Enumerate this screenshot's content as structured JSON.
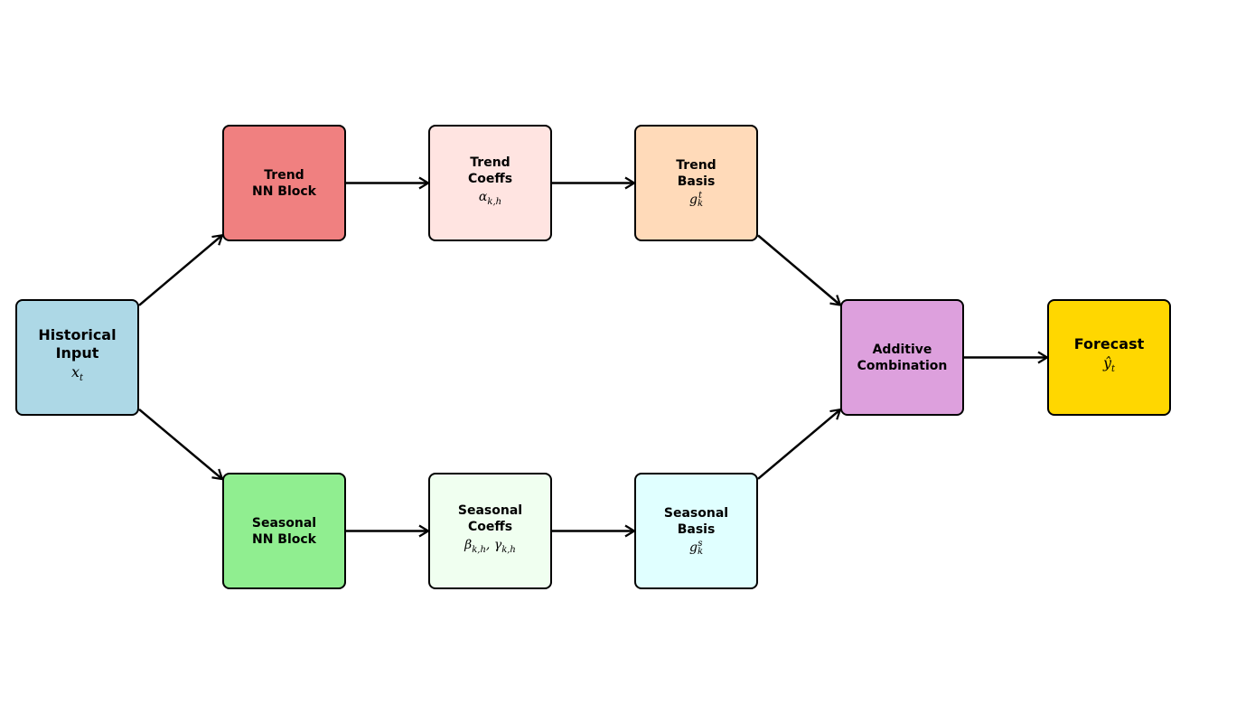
{
  "nodes": {
    "input": {
      "line1": "Historical",
      "line2": "Input",
      "symbol": "x",
      "symbol_sub": "t",
      "color": "#ADD8E6"
    },
    "trend_nn": {
      "line1": "Trend",
      "line2": "NN Block",
      "color": "#F08080"
    },
    "trend_coeffs": {
      "line1": "Trend",
      "line2": "Coeffs",
      "symbol": "α",
      "symbol_sub": "k,h",
      "color": "#FFE4E1"
    },
    "trend_basis": {
      "line1": "Trend",
      "line2": "Basis",
      "symbol": "g",
      "symbol_sub": "k",
      "symbol_sup": "t",
      "color": "#FFDAB9"
    },
    "seasonal_nn": {
      "line1": "Seasonal",
      "line2": "NN Block",
      "color": "#90EE90"
    },
    "seasonal_coeffs": {
      "line1": "Seasonal",
      "line2": "Coeffs",
      "symbol_a": "β",
      "symbol_a_sub": "k,h",
      "symbol_b": "γ",
      "symbol_b_sub": "k,h",
      "color": "#F0FFF0"
    },
    "seasonal_basis": {
      "line1": "Seasonal",
      "line2": "Basis",
      "symbol": "g",
      "symbol_sub": "k",
      "symbol_sup": "s",
      "color": "#E0FFFF"
    },
    "combination": {
      "line1": "Additive",
      "line2": "Combination",
      "color": "#DDA0DD"
    },
    "forecast": {
      "line1": "Forecast",
      "symbol": "ŷ",
      "symbol_sub": "t",
      "color": "#FFD700"
    }
  },
  "edges": [
    {
      "from": "input",
      "to": "trend_nn"
    },
    {
      "from": "input",
      "to": "seasonal_nn"
    },
    {
      "from": "trend_nn",
      "to": "trend_coeffs"
    },
    {
      "from": "trend_coeffs",
      "to": "trend_basis"
    },
    {
      "from": "trend_basis",
      "to": "combination"
    },
    {
      "from": "seasonal_nn",
      "to": "seasonal_coeffs"
    },
    {
      "from": "seasonal_coeffs",
      "to": "seasonal_basis"
    },
    {
      "from": "seasonal_basis",
      "to": "combination"
    },
    {
      "from": "combination",
      "to": "forecast"
    }
  ]
}
